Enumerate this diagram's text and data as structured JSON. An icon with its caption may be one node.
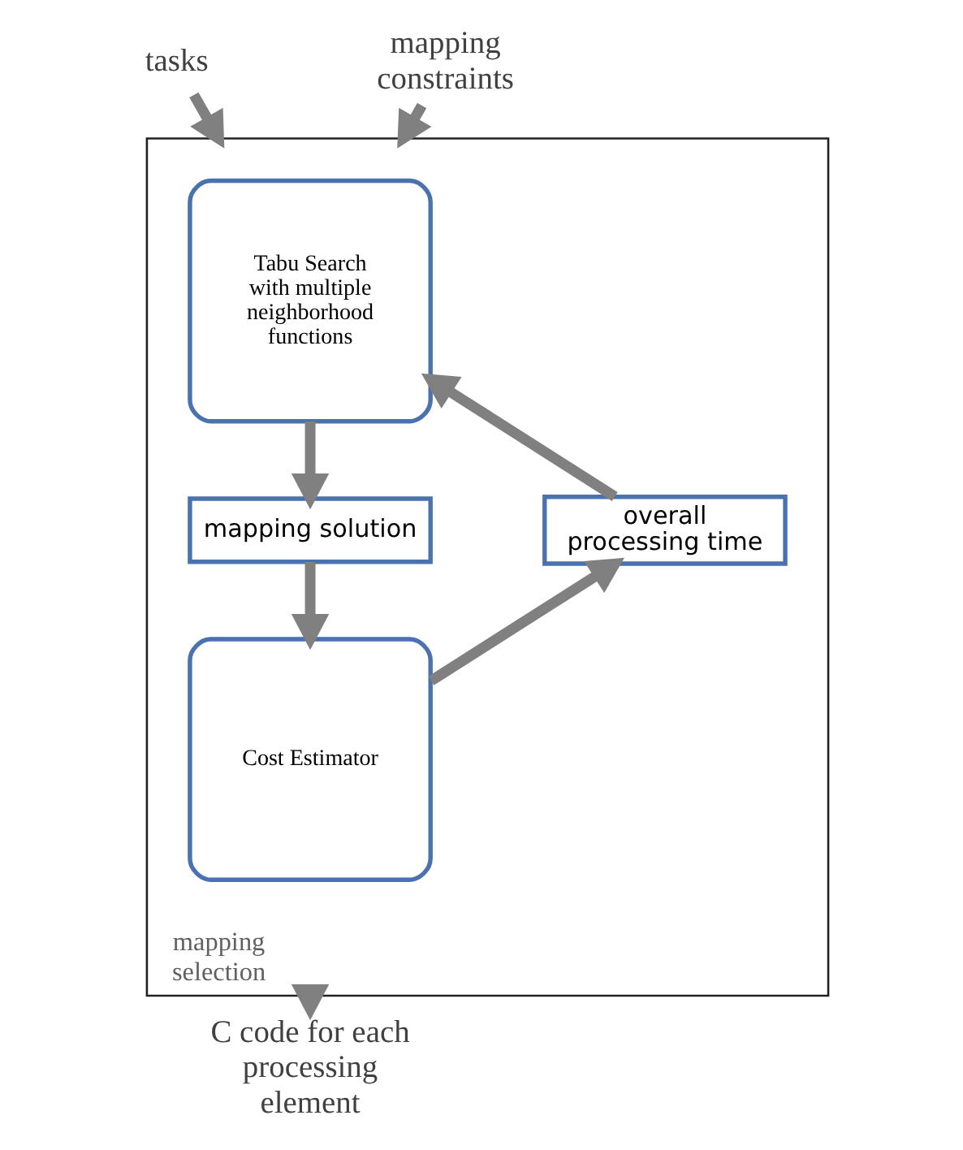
{
  "diagram": {
    "nodes": [
      {
        "text": [
          "tasks"
        ]
      },
      {
        "text": [
          "mapping constraints"
        ]
      },
      {
        "text": [
          "mapping selection"
        ]
      },
      {
        "text": [
          "Tabu Search  with multiple neighborhood functions"
        ],
        "in": 2
      },
      {
        "text": [
          "overall processing time"
        ],
        "in": 2
      },
      {
        "text": [
          "mapping solution"
        ],
        "in": 2
      },
      {
        "text": [
          "Cost Estimator"
        ],
        "in": 2
      },
      {
        "text": [
          "C code for each processing element"
        ]
      }
    ],
    "edges": [
      {
        "from": 0,
        "to": 2,
        "arrow": "to"
      },
      {
        "from": 1,
        "to": 2,
        "arrow": "to"
      },
      {
        "from": 3,
        "to": 5,
        "arrow": "to"
      },
      {
        "from": 5,
        "to": 6,
        "arrow": "to"
      },
      {
        "from": 6,
        "to": 4,
        "arrow": "to"
      },
      {
        "from": 4,
        "to": 3,
        "arrow": "to"
      },
      {
        "from": 2,
        "to": 7,
        "arrow": "to"
      }
    ]
  }
}
